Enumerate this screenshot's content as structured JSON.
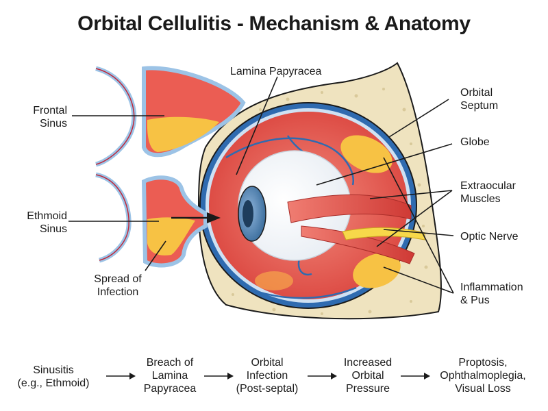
{
  "title": "Orbital Cellulitis - Mechanism & Anatomy",
  "labels": {
    "frontal_sinus": [
      "Frontal",
      "Sinus"
    ],
    "ethmoid_sinus": [
      "Ethmoid",
      "Sinus"
    ],
    "spread_of_infection": [
      "Spread of",
      "Infection"
    ],
    "lamina_papyracea": "Lamina Papyracea",
    "orbital_septum": [
      "Orbital",
      "Septum"
    ],
    "globe": "Globe",
    "extraocular_muscles": [
      "Extraocular",
      "Muscles"
    ],
    "optic_nerve": "Optic Nerve",
    "inflammation_pus": [
      "Inflammation",
      "& Pus"
    ]
  },
  "flow": [
    [
      "Sinusitis",
      "(e.g., Ethmoid)"
    ],
    [
      "Breach of",
      "Lamina",
      "Papyracea"
    ],
    [
      "Orbital",
      "Infection",
      "(Post-septal)"
    ],
    [
      "Increased",
      "Orbital",
      "Pressure"
    ],
    [
      "Proptosis,",
      "Ophthalmoplegia,",
      "Visual Loss"
    ]
  ],
  "colors": {
    "bone": "#efe3bf",
    "tissue_red": "#e8564f",
    "pus_yellow": "#f7c244",
    "septum_blue": "#2f6bb0",
    "sinus_outline": "#9cc3e6"
  }
}
